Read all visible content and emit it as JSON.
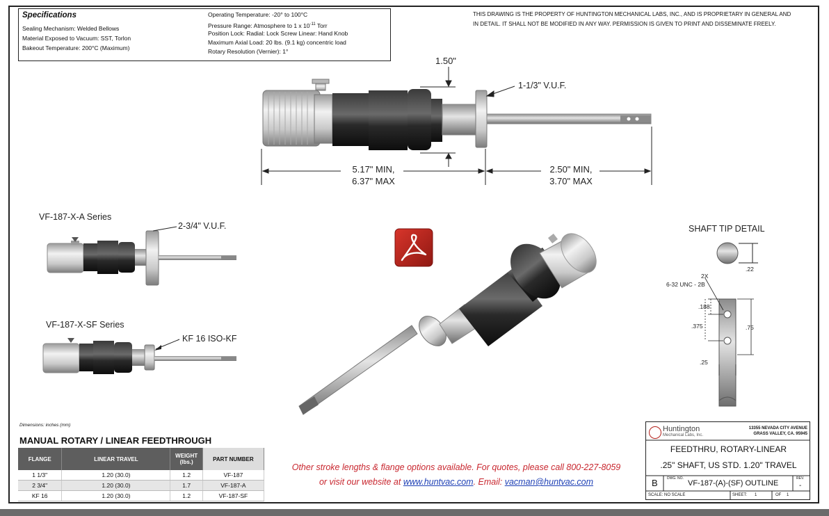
{
  "specs": {
    "title": "Specifications",
    "left": [
      "Sealing Mechanism:  Welded Bellows",
      "Material Exposed to Vacuum:  SST, Torlon",
      "Bakeout Temperature:  200°C  (Maximum)"
    ],
    "right": [
      "Operating Temperature:  -20° to 100°C",
      "Pressure Range:  Atmosphere to 1 x 10",
      "Position Lock:  Radial: Lock Screw  Linear: Hand Knob",
      "Maximum Axial Load:  20 lbs. (9.1 kg) concentric load",
      "Rotary Resolution (Vernier):  1°"
    ],
    "pressure_exp": "-11",
    "pressure_unit": " Torr"
  },
  "property_notice": [
    "THIS DRAWING IS THE PROPERTY OF HUNTINGTON MECHANICAL LABS, INC., AND IS PROPRIETARY IN GENERAL AND",
    "IN DETAIL.  IT SHALL NOT BE MODIFIED IN ANY WAY.  PERMISSION IS GIVEN TO PRINT AND DISSEMINATE FREELY."
  ],
  "main_view": {
    "dim_top": "1.50\"",
    "flange_label": "1-1/3\" V.U.F.",
    "dim_left_1": "5.17\" MIN,",
    "dim_left_2": "6.37\" MAX",
    "dim_right_1": "2.50\" MIN,",
    "dim_right_2": "3.70\" MAX"
  },
  "series_a": {
    "title": "VF-187-X-A  Series",
    "flange": "2-3/4\" V.U.F."
  },
  "series_sf": {
    "title": "VF-187-X-SF  Series",
    "flange": "KF 16  ISO-KF"
  },
  "shaft_tip": {
    "title": "SHAFT TIP DETAIL",
    "dia": ".22",
    "note_1": "2X",
    "note_2": "6-32 UNC - 2B",
    "d188": ".188",
    "d375": ".375",
    "d75": ".75",
    "d25": ".25"
  },
  "dimensions_note": "Dimensions:  inches (mm)",
  "table": {
    "title": "MANUAL ROTARY / LINEAR FEEDTHROUGH",
    "headers": [
      "FLANGE",
      "LINEAR TRAVEL",
      "WEIGHT (lbs.)",
      "PART NUMBER"
    ],
    "rows": [
      [
        "1 1/3\"",
        "1.20  (30.0)",
        "1.2",
        "VF-187"
      ],
      [
        "2 3/4\"",
        "1.20  (30.0)",
        "1.7",
        "VF-187-A"
      ],
      [
        "KF 16",
        "1.20  (30.0)",
        "1.2",
        "VF-187-SF"
      ]
    ]
  },
  "quote": {
    "line1": "Other stroke lengths & flange options available.  For quotes, please call 800-227-8059",
    "line2_pre": "or visit our website at ",
    "website": "www.huntvac.com",
    "line2_mid": ".  Email: ",
    "email": "vacman@huntvac.com"
  },
  "title_block": {
    "company": "Huntington",
    "company_sub": "Mechanical Labs, Inc.",
    "address_1": "13355 NEVADA CITY AVENUE",
    "address_2": "GRASS VALLEY, CA. 95945",
    "title_1": "FEEDTHRU, ROTARY-LINEAR",
    "title_2": ".25\" SHAFT, US STD. 1.20\" TRAVEL",
    "size": "B",
    "dwg_label": "DWG. NO.",
    "dwg_no": "VF-187-(A)-(SF) OUTLINE",
    "rev_label": "REV.",
    "rev": "-",
    "scale": "SCALE:  NO SCALE",
    "sheet_label": "SHEET:",
    "sheet": "1",
    "of_label": "OF",
    "of": "1"
  },
  "colors": {
    "quote_red": "#c8262e",
    "link_blue": "#1d3fb5",
    "table_header": "#5e5e5e",
    "pdf_red": "#b3211b"
  },
  "icons": {
    "pdf": "adobe-pdf-icon",
    "logo": "huntington-logo-icon"
  }
}
